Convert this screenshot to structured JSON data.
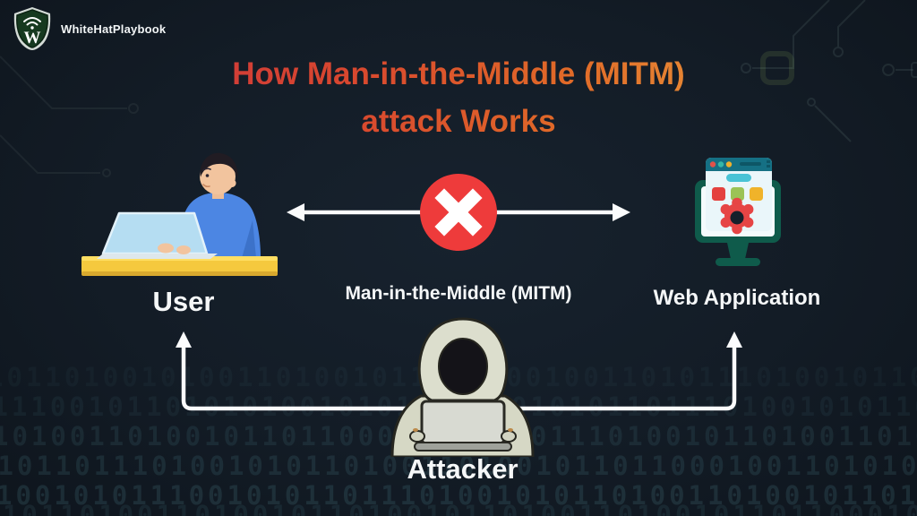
{
  "brand": {
    "name": "WhiteHatPlaybook"
  },
  "title": {
    "line1": "How Man-in-the-Middle (MITM)",
    "line2": "attack Works"
  },
  "diagram": {
    "user_label": "User",
    "mitm_label": "Man-in-the-Middle (MITM)",
    "web_app_label": "Web Application",
    "attacker_label": "Attacker"
  },
  "icons": {
    "logo": "shield-w-logo",
    "blocked": "blocked-x-icon",
    "user": "user-at-laptop-illustration",
    "web_app": "web-application-monitor-icon",
    "attacker": "hooded-attacker-illustration",
    "intercept_path": "attacker-interception-arrows"
  },
  "colors": {
    "canvas_background": "#131c26",
    "accent_red": "#ee3b3b",
    "title_gradient_start": "#c9323f",
    "title_gradient_end": "#eeb045",
    "arrow_white": "#ffffff",
    "desk_yellow": "#f5c93e",
    "shirt_blue": "#4c86e3",
    "laptop_blue": "#b5ddf2",
    "monitor_green": "#0f5b4b",
    "browser_teal": "#157084",
    "hoodie_sage": "#d6d8c5",
    "binary_teal": "#4e828c"
  },
  "backdrop": {
    "binary_rows": [
      "1011010010100110100101101100010011010111010010110100110100101101001101",
      "0111001011010101001010101110010101101110100101011010011010010110110001",
      "1010011010010110110001001101011101001011010011010010110100110100101101",
      "0101101110100101011010011010010110110001001101010101100101010111001010",
      "1001010111001010110111010010101101001101001011011000100110101110100101",
      "1010110100110100101101001011010011010010110110001011010010100110100101"
    ]
  }
}
